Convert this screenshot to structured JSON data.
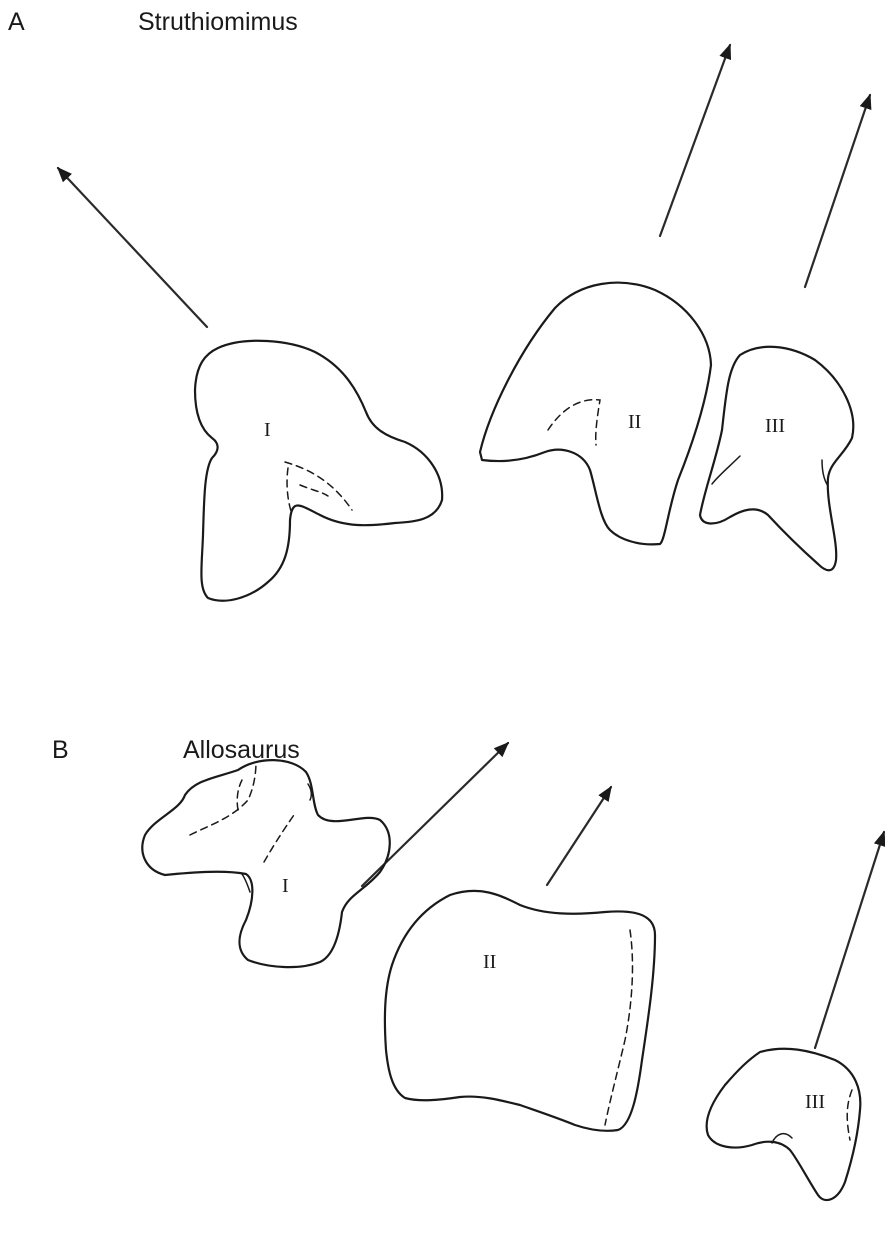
{
  "panel_a": {
    "letter": "A",
    "taxon": "Struthiomimus",
    "digit_labels": [
      "I",
      "II",
      "III"
    ]
  },
  "panel_b": {
    "letter": "B",
    "taxon": "Allosaurus",
    "digit_labels": [
      "I",
      "II",
      "III"
    ]
  }
}
